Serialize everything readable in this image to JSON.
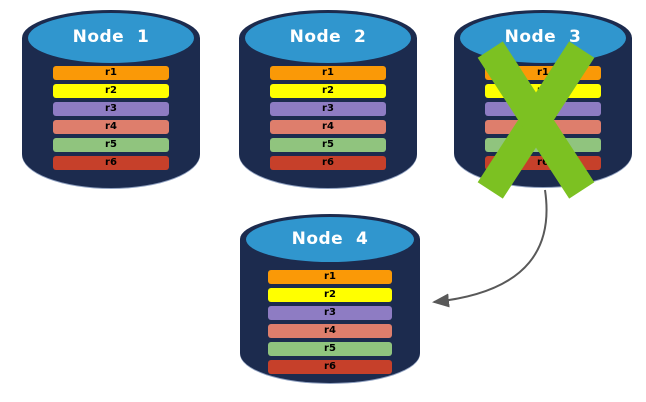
{
  "diagram": {
    "title_hint": "Replicated database nodes with failed node copied to new node",
    "nodes": [
      {
        "title": "Node  1",
        "failed": false
      },
      {
        "title": "Node  2",
        "failed": false
      },
      {
        "title": "Node  3",
        "failed": true
      },
      {
        "title": "Node  4",
        "failed": false
      }
    ],
    "rows": [
      {
        "label": "r1",
        "color": "#FA9907"
      },
      {
        "label": "r2",
        "color": "#FFFF00"
      },
      {
        "label": "r3",
        "color": "#8E7CC3"
      },
      {
        "label": "r4",
        "color": "#DE7E6C"
      },
      {
        "label": "r5",
        "color": "#90C47E"
      },
      {
        "label": "r6",
        "color": "#C6402A"
      }
    ],
    "colors": {
      "background": "#FFFFFF",
      "cylinder_body": "#1C2B4E",
      "cylinder_top": "#3096CE",
      "fail_x": "#7CC122",
      "arrow": "#595959"
    }
  }
}
